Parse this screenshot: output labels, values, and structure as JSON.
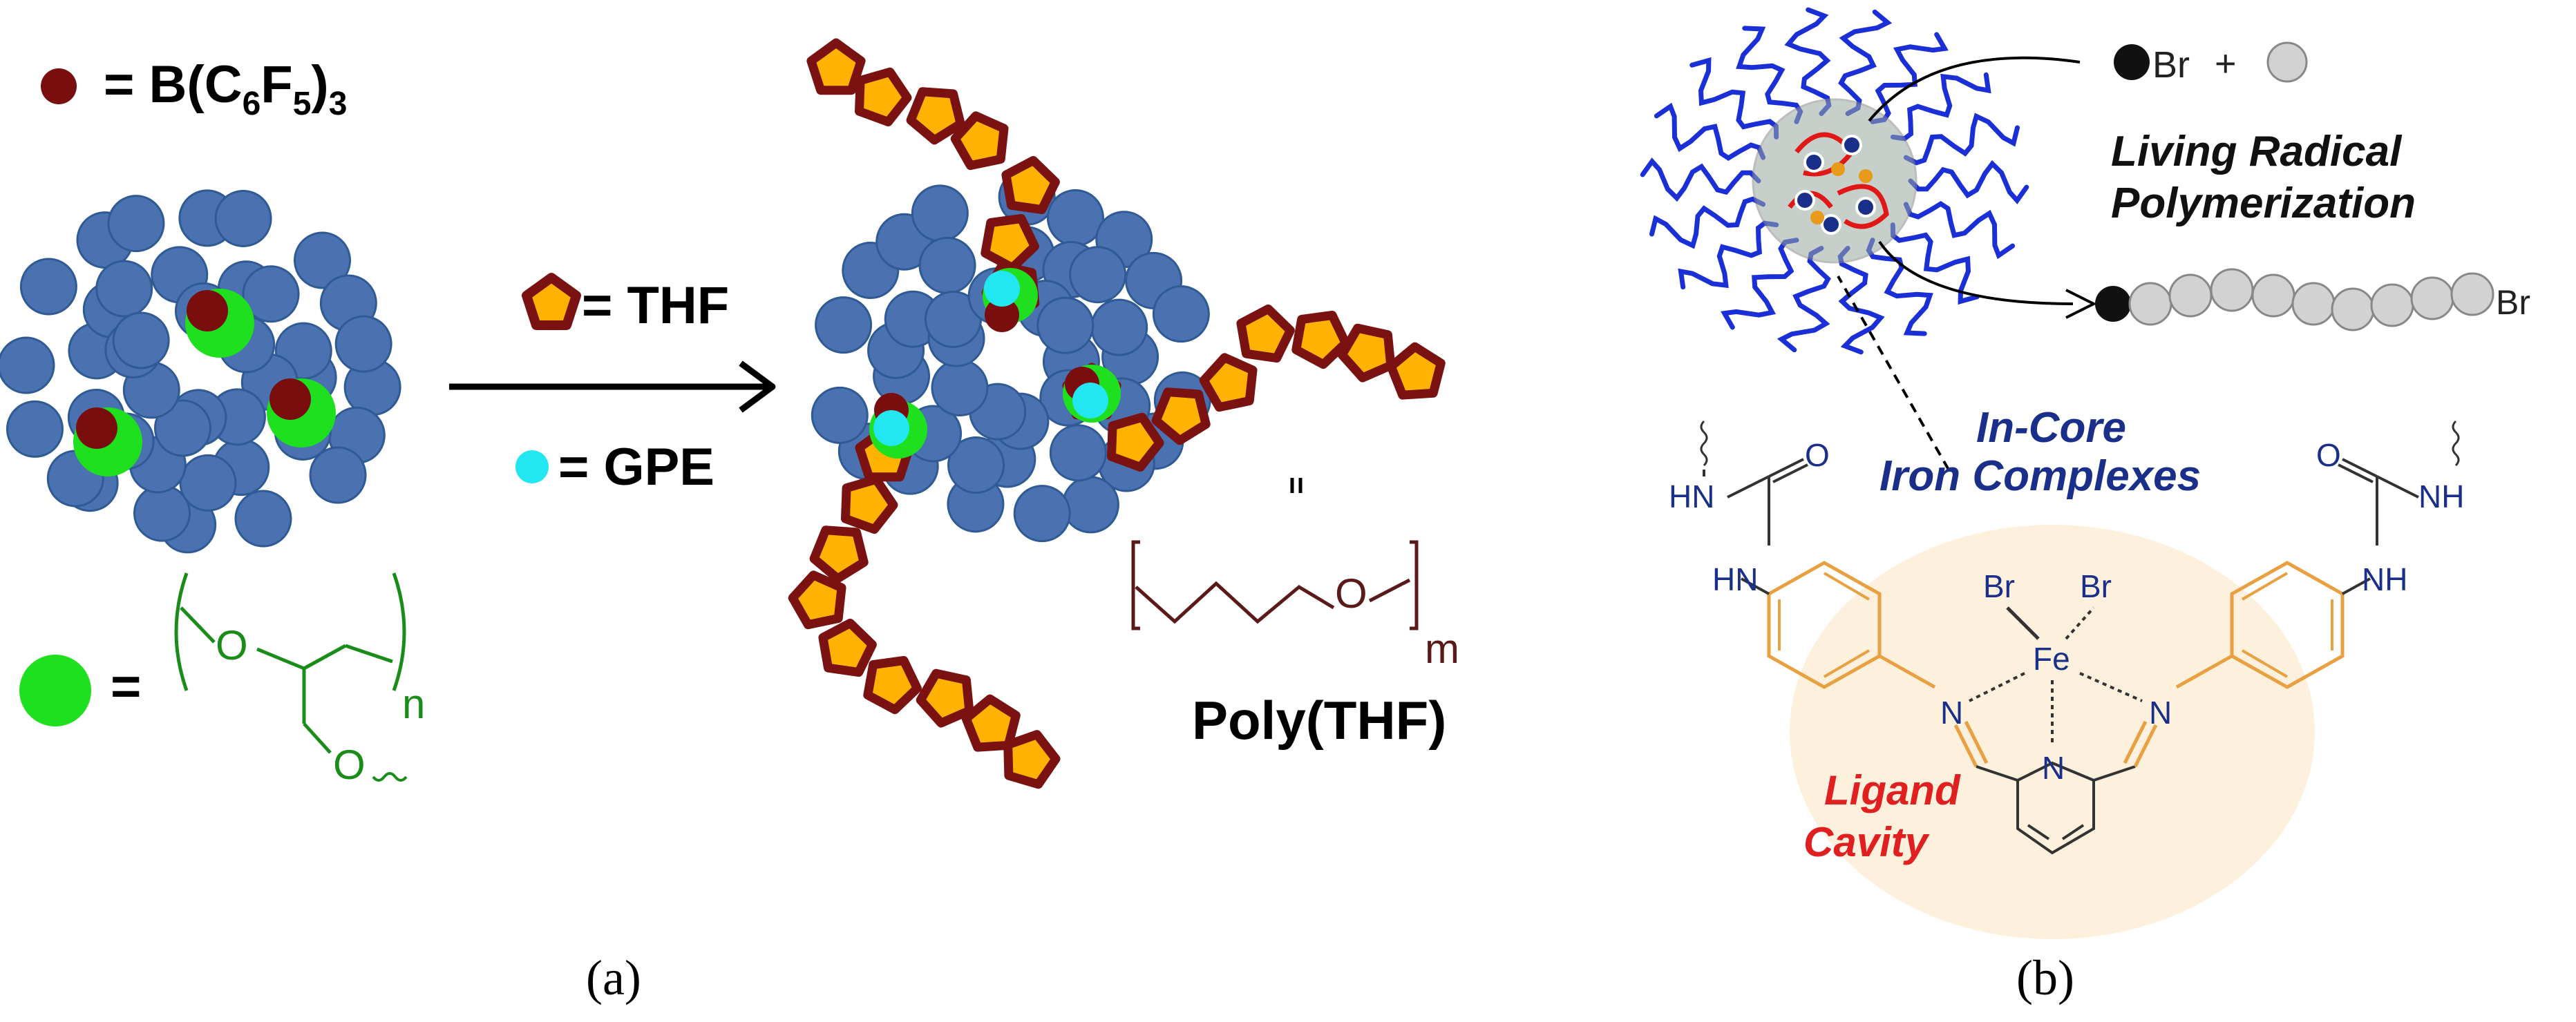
{
  "panel_a": {
    "caption": "(a)",
    "legend": {
      "bcf_prefix": "= B(C",
      "bcf_sub1": "6",
      "bcf_mid": "F",
      "bcf_sub2": "5",
      "bcf_close": ")",
      "bcf_sub3": "3",
      "polymer_eq": "=",
      "polymer_o_top": "O",
      "polymer_o_bottom": "O",
      "polymer_n": "n",
      "thf": "= THF",
      "gpe": "= GPE"
    },
    "product": {
      "equals": "=",
      "o_label": "O",
      "m_label": "m",
      "name": "Poly(THF)"
    },
    "colors": {
      "core_bead": "#4a72b0",
      "bcf": "#7a0e0e",
      "polymer": "#1ee01e",
      "thf_fill": "#ffb300",
      "thf_edge": "#7a1212",
      "gpe": "#22e6f0",
      "polymer_struct": "#1a8c1a",
      "polythf_struct": "#5a1a1a"
    }
  },
  "panel_b": {
    "caption": "(b)",
    "top": {
      "br_left": "Br",
      "plus": "+",
      "living_line1": "Living Radical",
      "living_line2": "Polymerization",
      "br_right": "Br"
    },
    "incore_line1": "In-Core",
    "incore_line2": "Iron Complexes",
    "ligand_line1": "Ligand",
    "ligand_line2": "Cavity",
    "structure": {
      "hn_left": "HN",
      "o_left": "O",
      "hn_left2": "HN",
      "o_right": "O",
      "nh_right": "NH",
      "nh_right2": "NH",
      "br1": "Br",
      "br2": "Br",
      "fe": "Fe",
      "n_left": "N",
      "n_center": "N",
      "n_right": "N"
    },
    "colors": {
      "arms": "#1a2fd6",
      "core": "#9aa8a0",
      "loop": "#e01818",
      "dot": "#1a2f8a",
      "dot_orange": "#e89a1a",
      "bead": "#d2d2d2",
      "incore_text": "#1a2f8a",
      "ligand_text": "#e02020",
      "orange_ring": "#e8a040",
      "glow": "#fdf0dc",
      "bond": "#333333"
    }
  }
}
